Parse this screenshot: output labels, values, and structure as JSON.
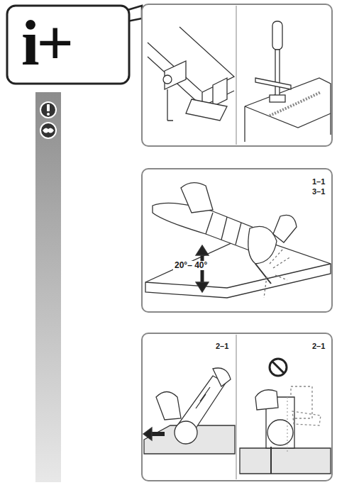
{
  "diagram": {
    "labels": [
      "i+",
      "1–1",
      "3–1",
      "20°– 40°",
      "2–1",
      "2–1"
    ]
  }
}
